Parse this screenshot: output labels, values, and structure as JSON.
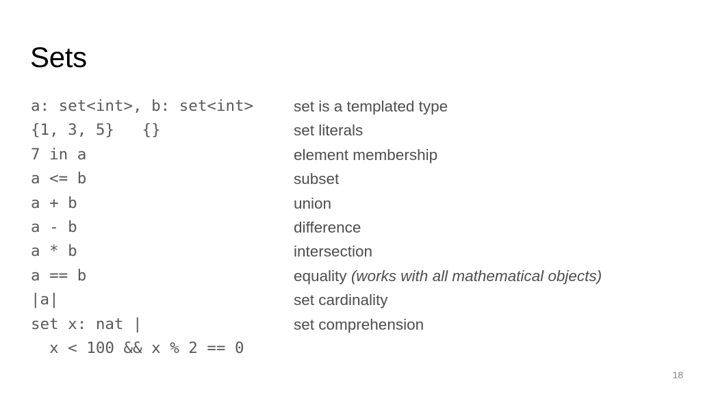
{
  "slide": {
    "title": "Sets",
    "page_number": "18",
    "colors": {
      "background": "#ffffff",
      "title": "#000000",
      "code": "#595959",
      "description": "#4d4d4d",
      "page_number": "#878787"
    },
    "rows": [
      {
        "code": "a: set<int>, b: set<int>",
        "desc": "set is a templated type",
        "note": ""
      },
      {
        "code": "{1, 3, 5}   {}",
        "desc": "set literals",
        "note": ""
      },
      {
        "code": "7 in a",
        "desc": "element membership",
        "note": ""
      },
      {
        "code": "a <= b",
        "desc": "subset",
        "note": ""
      },
      {
        "code": "a + b",
        "desc": "union",
        "note": ""
      },
      {
        "code": "a - b",
        "desc": "difference",
        "note": ""
      },
      {
        "code": "a * b",
        "desc": "intersection",
        "note": ""
      },
      {
        "code": "a == b",
        "desc": "equality ",
        "note": "(works with all mathematical objects)"
      },
      {
        "code": "|a|",
        "desc": "set cardinality",
        "note": ""
      },
      {
        "code": "set x: nat |",
        "desc": "set comprehension",
        "note": ""
      },
      {
        "code": "  x < 100 && x % 2 == 0",
        "desc": "",
        "note": ""
      }
    ]
  }
}
